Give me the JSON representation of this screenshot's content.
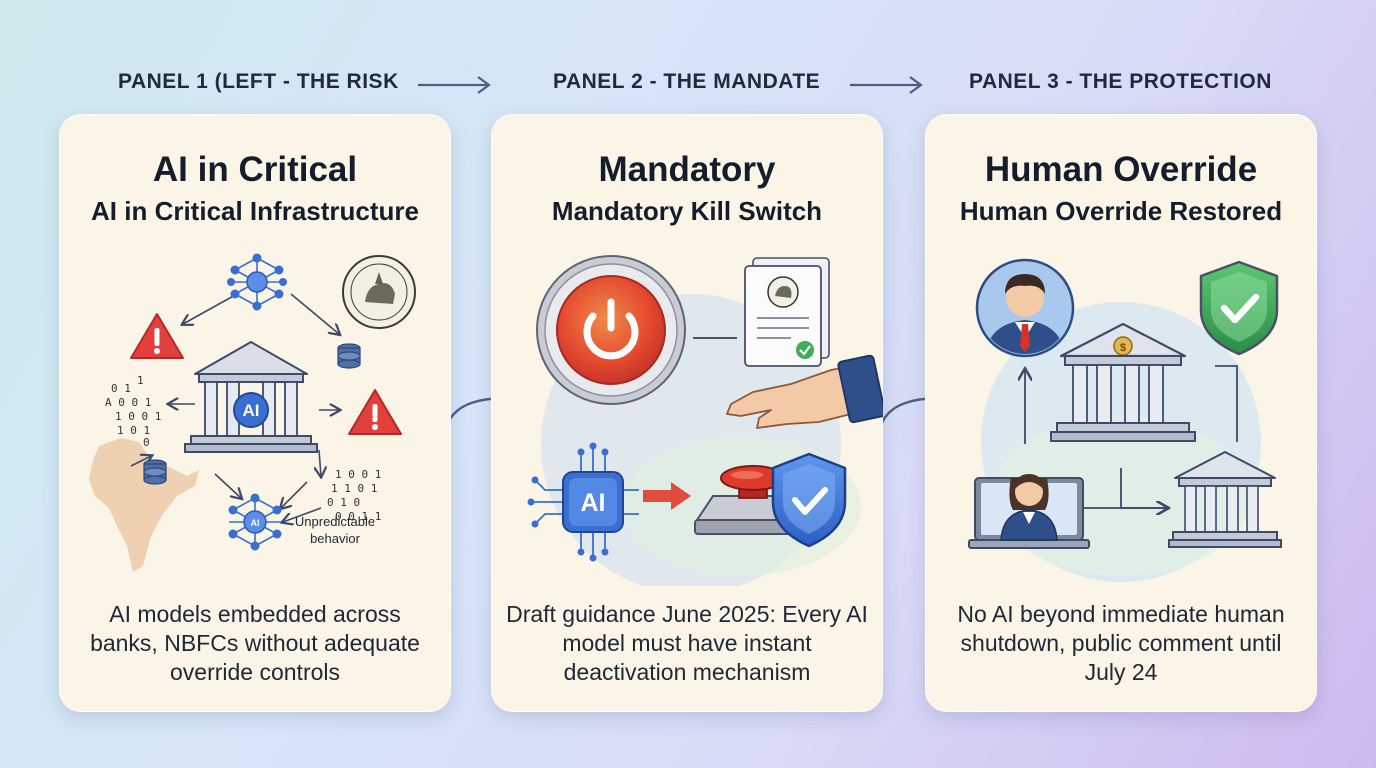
{
  "panels": [
    {
      "heading": "PANEL 1 (LEFT - THE RISK",
      "title": "AI in Critical",
      "subtitle": "AI in Critical Infrastructure",
      "description": "AI models embedded across banks, NBFCs without adequate override controls",
      "labels": {
        "ai_badge": "AI",
        "ai_node": "AI",
        "unpredictable": "Unpredictable",
        "behavior": "behavior"
      },
      "icons": [
        "neural-network-icon",
        "warning-icon",
        "bank-building-icon",
        "database-icon",
        "binary-code-icon",
        "india-map-icon",
        "seal-icon"
      ]
    },
    {
      "heading": "PANEL 2 - THE MANDATE",
      "title": "Mandatory",
      "subtitle": "Mandatory Kill Switch",
      "description": "Draft guidance June 2025: Every AI model must have instant deactivation mechanism",
      "labels": {
        "ai_chip": "AI"
      },
      "icons": [
        "power-button-icon",
        "document-icon",
        "hand-icon",
        "emergency-stop-icon",
        "shield-check-icon",
        "ai-chip-icon"
      ]
    },
    {
      "heading": "PANEL 3 - THE PROTECTION",
      "title": "Human Override",
      "subtitle": "Human Override Restored",
      "description": "No AI beyond immediate human shutdown, public comment until July 24",
      "labels": {
        "coin": "$"
      },
      "icons": [
        "person-icon",
        "bank-building-icon",
        "shield-check-icon",
        "operator-icon",
        "laptop-icon"
      ]
    }
  ],
  "colors": {
    "card_bg": "#fbf5e7",
    "ink": "#151d2c",
    "arrow": "#4f5d86",
    "warning_red": "#e2403c",
    "shield_blue": "#3d74d8",
    "shield_green": "#3fae58",
    "network_blue": "#3a6fd0"
  }
}
